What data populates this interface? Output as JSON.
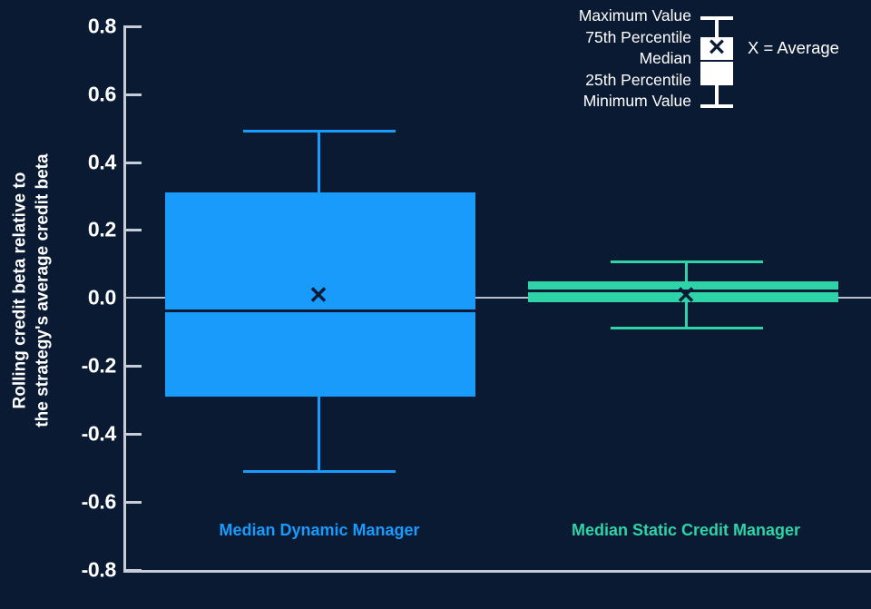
{
  "chart_data": {
    "type": "box",
    "title": "",
    "xlabel": "",
    "ylabel_line1": "Rolling credit beta relative to",
    "ylabel_line2": "the strategy's average credit beta",
    "ylim": [
      -0.8,
      0.8
    ],
    "yticks": [
      "0.8",
      "0.6",
      "0.4",
      "0.2",
      "0.0",
      "-0.2",
      "-0.4",
      "-0.6",
      "-0.8"
    ],
    "ytick_values": [
      0.8,
      0.6,
      0.4,
      0.2,
      0.0,
      -0.2,
      -0.4,
      -0.6,
      -0.8
    ],
    "grid": false,
    "zero_line": 0.0,
    "categories": [
      "Median Dynamic Manager",
      "Median Static Credit Manager"
    ],
    "boxes": [
      {
        "name": "Median Dynamic Manager",
        "color": "#199bfb",
        "max": 0.49,
        "q3": 0.305,
        "median": -0.04,
        "q1": -0.295,
        "min": -0.52,
        "average": 0.005
      },
      {
        "name": "Median Static Credit Manager",
        "color": "#2ed3a7",
        "max": 0.105,
        "q3": 0.045,
        "median": 0.02,
        "q1": -0.015,
        "min": -0.09,
        "average": 0.0
      }
    ],
    "legend_position": "top-right",
    "legend": {
      "entries": [
        "Maximum Value",
        "75th Percentile",
        "Median",
        "25th Percentile",
        "Minimum Value"
      ],
      "note": "X = Average"
    }
  },
  "colors": {
    "background": "#0a1a33",
    "axis": "#c6cdd8",
    "text": "#ffffff",
    "series_dynamic": "#199bfb",
    "series_static": "#2ed3a7"
  }
}
